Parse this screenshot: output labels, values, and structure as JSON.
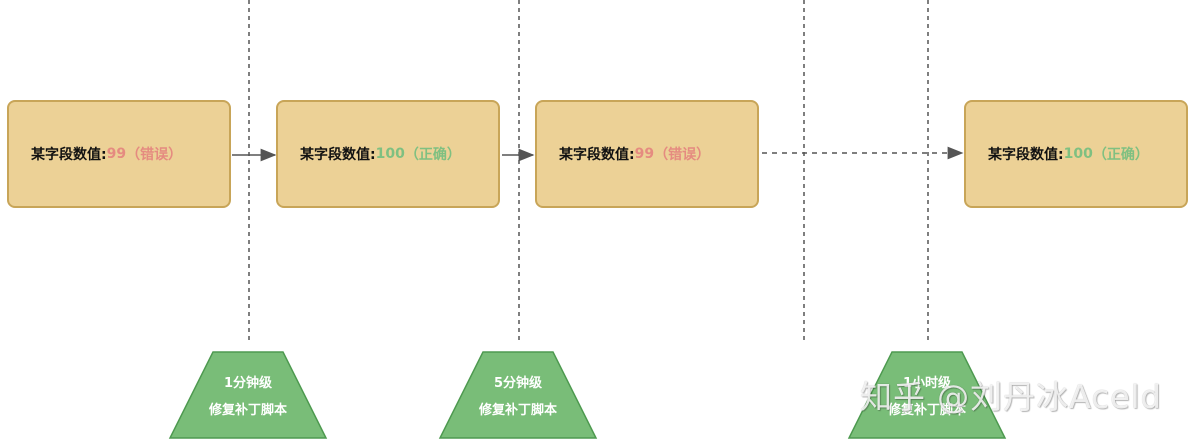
{
  "states": [
    {
      "prefix": "某字段数值:",
      "value": "99",
      "note": "（错误）",
      "status": "bad"
    },
    {
      "prefix": "某字段数值:",
      "value": "100",
      "note": "（正确）",
      "status": "good"
    },
    {
      "prefix": "某字段数值:",
      "value": "99",
      "note": "（错误）",
      "status": "bad"
    },
    {
      "prefix": "某字段数值:",
      "value": "100",
      "note": "（正确）",
      "status": "good"
    }
  ],
  "fix_scripts": [
    {
      "line1": "1分钟级",
      "line2": "修复补丁脚本"
    },
    {
      "line1": "5分钟级",
      "line2": "修复补丁脚本"
    },
    {
      "line1": "1小时级",
      "line2": "修复补丁脚本"
    }
  ],
  "watermark": "知乎 @刘丹冰Aceld",
  "colors": {
    "box_fill": "#ecd196",
    "box_border": "#c8a558",
    "error_value": "#e58b80",
    "correct_value": "#7fc081",
    "trapezoid_fill": "#79bd78",
    "line": "#555555"
  }
}
